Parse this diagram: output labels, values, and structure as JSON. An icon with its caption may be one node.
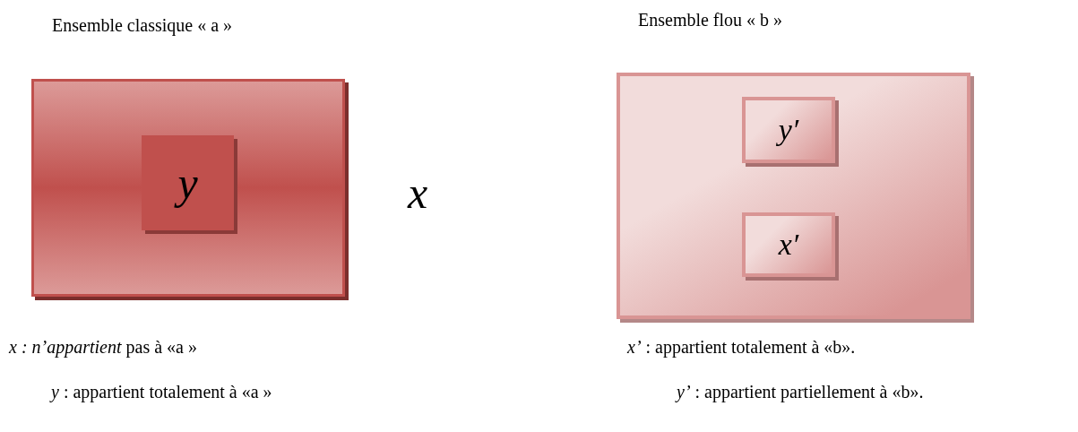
{
  "diagram": {
    "nodes": [
      {
        "text": [
          "Ensemble classique « a »"
        ]
      },
      {
        "text": [
          "y"
        ],
        "in": 0
      },
      {
        "text": [
          "Ensemble flou « b »"
        ]
      },
      {
        "text": [
          "y′"
        ],
        "in": 2
      },
      {
        "text": [
          "x′"
        ],
        "in": 2
      }
    ],
    "labels": [
      "x",
      "*x : n’appartient* pas à «a »",
      "*x’* : appartient totalement à «b».",
      "*y* : appartient totalement à «a »",
      "*y’* : appartient partiellement à «b»."
    ]
  }
}
